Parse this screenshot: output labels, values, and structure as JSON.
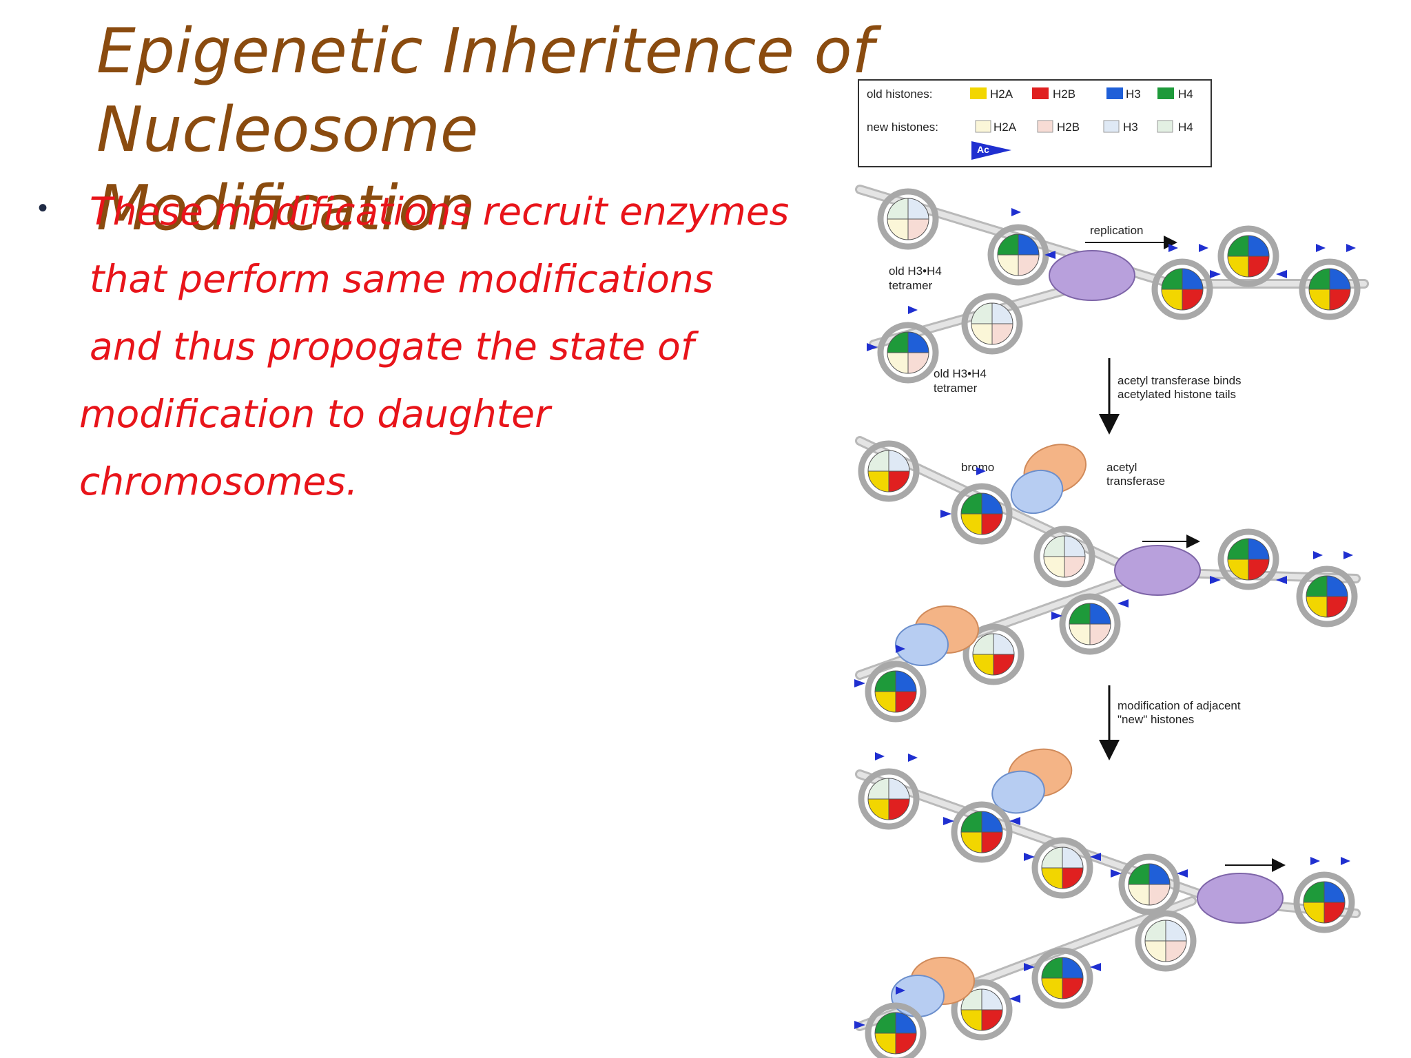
{
  "slide": {
    "title_line1": "Epigenetic Inheritence of Nucleosome",
    "title_line2": "Modification",
    "bullet_lines": [
      "These modifications recruit enzymes",
      "that perform same modifications",
      "and thus propogate the state of",
      "modification to daughter",
      "chromosomes."
    ]
  },
  "figure": {
    "legend": {
      "old_label": "old histones:",
      "new_label": "new histones:",
      "h2a": "H2A",
      "h2b": "H2B",
      "h3": "H3",
      "h4": "H4",
      "ac": "Ac"
    },
    "labels": {
      "replication": "replication",
      "old_tetramer_1": "old H3•H4",
      "old_tetramer_1b": "tetramer",
      "old_tetramer_2": "old H3•H4",
      "old_tetramer_2b": "tetramer",
      "step2_line1": "acetyl transferase binds",
      "step2_line2": "acetylated histone tails",
      "bromo": "bromo",
      "acetyl": "acetyl",
      "transferase": "transferase",
      "step3_line1": "modification of adjacent",
      "step3_line2": "\"new\" histones"
    },
    "colors": {
      "h2a_old": "#f2d600",
      "h2b_old": "#e02020",
      "h3_old": "#1f5fd8",
      "h4_old": "#1e9a3a",
      "h2a_new": "#fbf6d8",
      "h2b_new": "#f7dcd5",
      "h3_new": "#dfe9f5",
      "h4_new": "#e3f0e3",
      "polymerase": "#b8a0dc",
      "bromo_domain": "#b7cdf2",
      "acetyl_transferase": "#f4b486",
      "ac_tag": "#1f2fd0"
    }
  }
}
